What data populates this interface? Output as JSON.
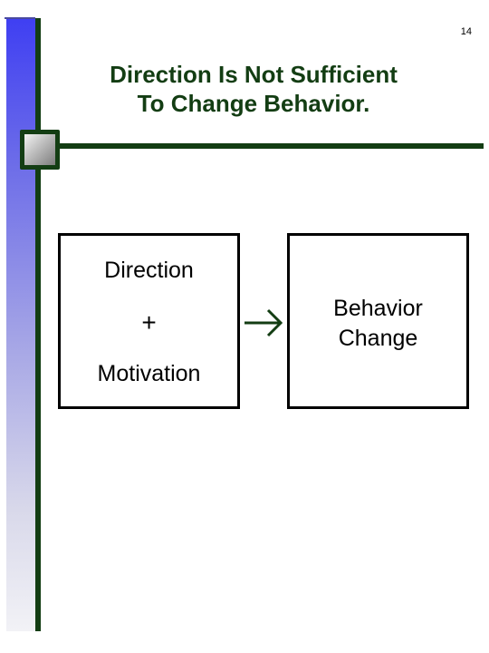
{
  "slide": {
    "page_number": "14",
    "title_line1": "Direction Is Not Sufficient",
    "title_line2": "To Change Behavior."
  },
  "diagram": {
    "left_box": {
      "line1": "Direction",
      "operator": "+",
      "line2": "Motivation"
    },
    "arrow_icon": "right-arrow-icon",
    "right_box": {
      "line1": "Behavior",
      "line2": "Change"
    }
  },
  "colors": {
    "accent_green": "#133d13",
    "band_top": "#3f3ff2",
    "band_bottom": "#f2f2f6",
    "box_border": "#000000"
  }
}
